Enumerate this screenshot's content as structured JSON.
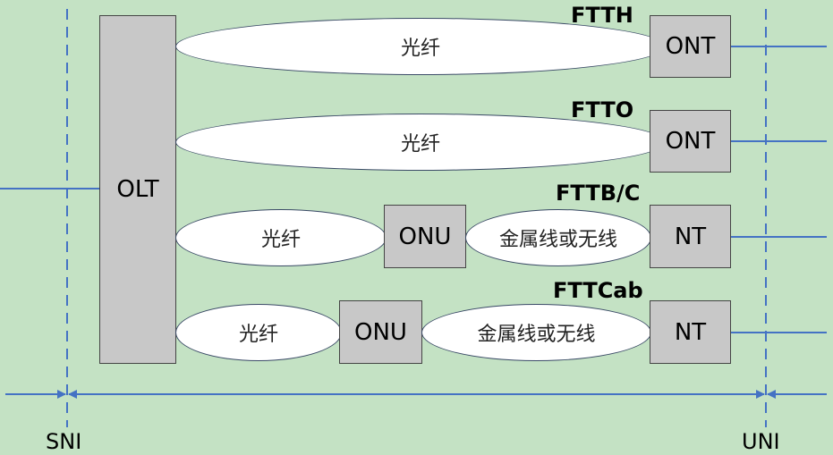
{
  "colors": {
    "background": "#c4e2c4",
    "line": "#4472c4",
    "box": "#c8c8c8",
    "ellipse": "#ffffff"
  },
  "olt": "OLT",
  "interfaces": {
    "sni": "SNI",
    "uni": "UNI"
  },
  "rows": [
    {
      "type": "FTTH",
      "fiber": "光纤",
      "end": "ONT"
    },
    {
      "type": "FTTO",
      "fiber": "光纤",
      "end": "ONT"
    },
    {
      "type": "FTTB/C",
      "fiber": "光纤",
      "onu": "ONU",
      "copper": "金属线或无线",
      "end": "NT"
    },
    {
      "type": "FTTCab",
      "fiber": "光纤",
      "onu": "ONU",
      "copper": "金属线或无线",
      "end": "NT"
    }
  ]
}
